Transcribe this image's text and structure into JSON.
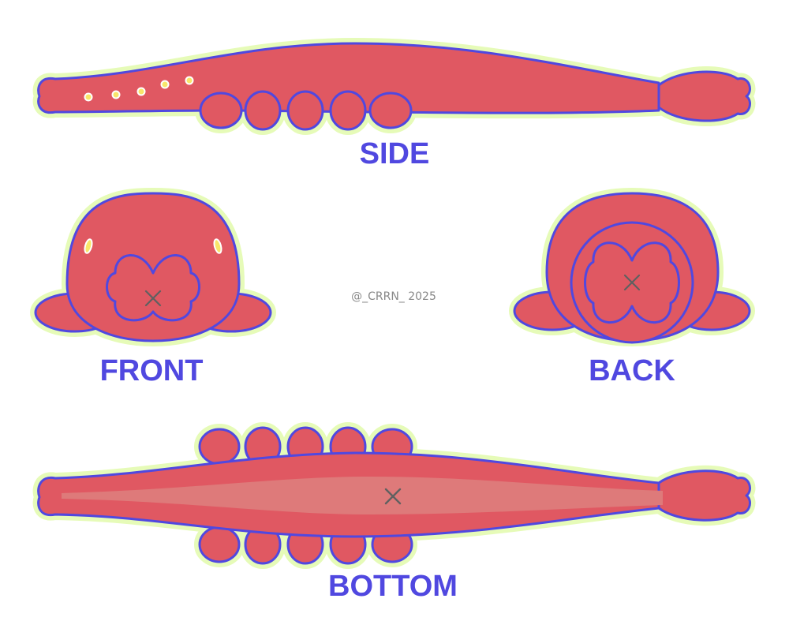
{
  "labels": {
    "side": "SIDE",
    "front": "FRONT",
    "back": "BACK",
    "bottom": "BOTTOM"
  },
  "watermark": "@_CRRN_ 2025",
  "colors": {
    "body": "#e05862",
    "outline": "#5048e0",
    "glow": "#e6fbb8",
    "belly": "#de7a7a",
    "spot": "#f8e66a",
    "label": "#5048e0",
    "watermark": "#888888",
    "marker": "#606060",
    "background": "#ffffff"
  }
}
